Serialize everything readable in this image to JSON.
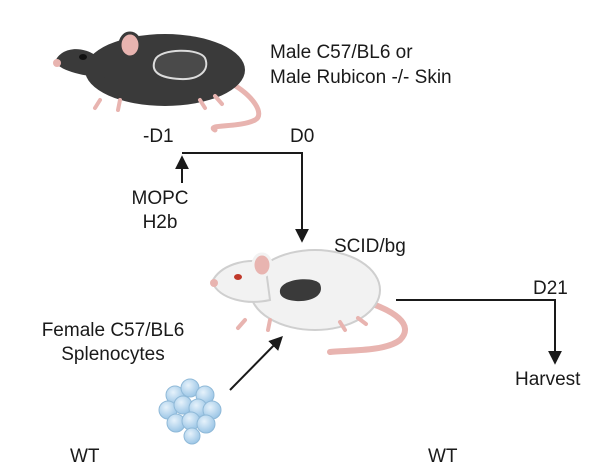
{
  "labels": {
    "donor_line1": "Male C57/BL6 or",
    "donor_line2": "Male Rubicon -/- Skin",
    "day_minus1": "-D1",
    "day0": "D0",
    "treatment_line1": "MOPC",
    "treatment_line2": "H2b",
    "recipient": "SCID/bg",
    "day21": "D21",
    "cells_line1": "Female C57/BL6",
    "cells_line2": "Splenocytes",
    "endpoint": "Harvest",
    "cut_text_left": "WT",
    "cut_text_right": "WT"
  },
  "colors": {
    "donor_mouse": "#3a3a3a",
    "recipient_mouse": "#f2f2f2",
    "skin_graft": "#3a3a3a",
    "tail": "#e8b4b0",
    "cells": "#b9d8ee",
    "arrow": "#1a1a1a"
  }
}
